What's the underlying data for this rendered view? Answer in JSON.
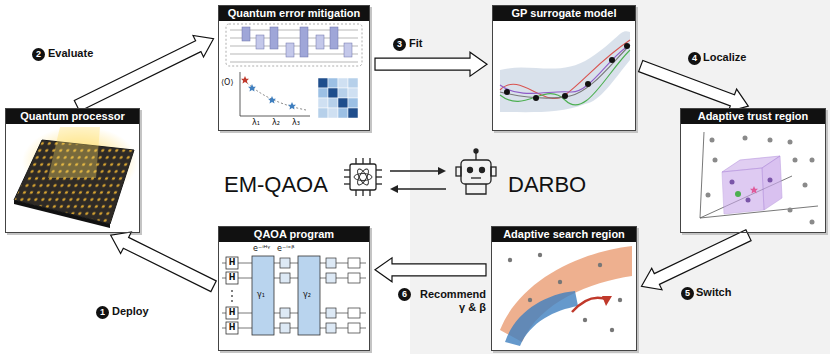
{
  "diagram": {
    "nodes": [
      {
        "text": [
          "Quantum processor"
        ]
      },
      {
        "text": [
          "Quantum error mitigation"
        ]
      },
      {
        "text": [
          "GP surrogate model"
        ]
      },
      {
        "text": [
          "Adaptive trust region"
        ]
      },
      {
        "text": [
          "Adaptive search region"
        ]
      },
      {
        "text": [
          "QAOA program"
        ]
      }
    ],
    "edges": [
      {
        "from": 0,
        "to": 1,
        "arrow": "to",
        "label": "Evaluate"
      },
      {
        "from": 1,
        "to": 2,
        "arrow": "to",
        "label": "Fit"
      },
      {
        "from": 2,
        "to": 3,
        "arrow": "to",
        "label": "Localize"
      },
      {
        "from": 3,
        "to": 4,
        "arrow": "to",
        "label": "Switch"
      },
      {
        "from": 4,
        "to": 5,
        "arrow": "to",
        "label": "Recommend γ & β"
      },
      {
        "from": 5,
        "to": 0,
        "arrow": "to",
        "label": "Deploy"
      }
    ],
    "labels": [
      "1",
      "2",
      "3",
      "4",
      "5",
      "6",
      "EM-QAOA",
      "DARBO",
      "⟨O⟩",
      "λ₁",
      "λ₂",
      "λ₃",
      "e⁻ⁱᴴᵞ",
      "e⁻ⁱˣᵝ",
      "H",
      "H",
      "H",
      "H",
      "γ₁",
      "γ₂"
    ]
  }
}
